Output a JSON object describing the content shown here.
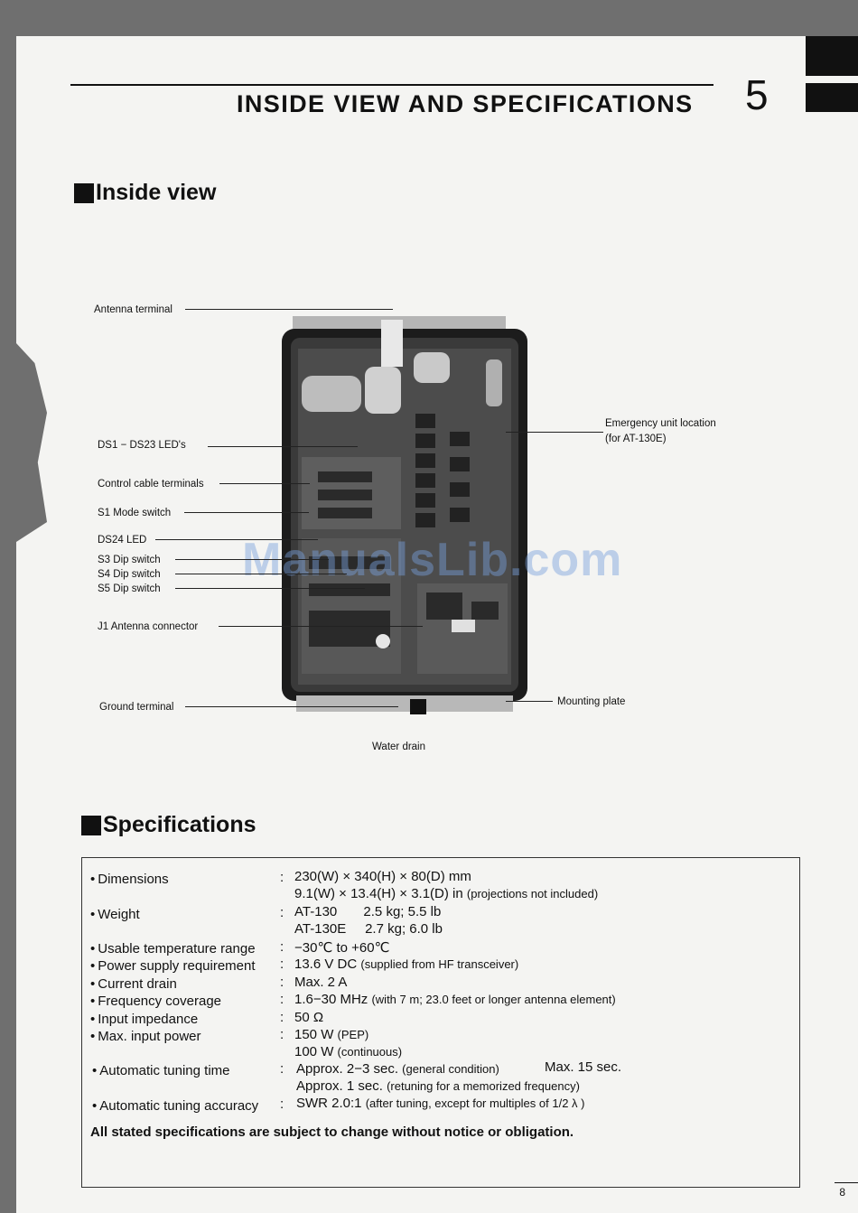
{
  "chapter": {
    "title": "INSIDE VIEW AND SPECIFICATIONS",
    "number": "5"
  },
  "inside_view": {
    "heading": "Inside view",
    "labels": {
      "antenna_terminal": "Antenna terminal",
      "ds_leds": "DS1 − DS23 LED's",
      "control_cable": "Control cable terminals",
      "s1": "S1  Mode switch",
      "ds24": "DS24 LED",
      "s3": "S3  Dip switch",
      "s4": "S4  Dip switch",
      "s5": "S5  Dip switch",
      "j1": "J1  Antenna connector",
      "ground": "Ground terminal",
      "emergency_1": "Emergency unit location",
      "emergency_2": "(for AT-130E)",
      "mounting_plate": "Mounting plate",
      "water_drain": "Water drain"
    },
    "watermark": "ManualsLib.com"
  },
  "specifications": {
    "heading": "Specifications",
    "rows": [
      {
        "label": "Dimensions",
        "value": "230(W) × 340(H) × 80(D) mm",
        "value2": "9.1(W) × 13.4(H) × 3.1(D) in",
        "value2_note": "(projections not included)"
      },
      {
        "label": "Weight",
        "value": "AT-130       2.5 kg; 5.5 lb",
        "value2": "AT-130E     2.7 kg; 6.0 lb"
      },
      {
        "label": "Usable temperature range",
        "value": "−30℃ to +60℃"
      },
      {
        "label": "Power supply requirement",
        "value": "13.6 V DC",
        "value_note": "(supplied from HF transceiver)"
      },
      {
        "label": "Current drain",
        "value": "Max. 2 A"
      },
      {
        "label": "Frequency coverage",
        "value": "1.6−30 MHz",
        "value_note": "(with 7 m; 23.0 feet or longer antenna element)"
      },
      {
        "label": "Input impedance",
        "value": "50 Ω"
      },
      {
        "label": "Max. input power",
        "value": "150 W",
        "value_note": "(PEP)",
        "value2": "100 W",
        "value2_note": "(continuous)"
      },
      {
        "label": "Automatic tuning time",
        "value": "Approx. 2−3 sec.",
        "value_note": "(general condition)",
        "value_extra": "Max. 15 sec.",
        "value2": "Approx. 1 sec.",
        "value2_note": "(retuning for a memorized frequency)"
      },
      {
        "label": "Automatic tuning accuracy",
        "value": "SWR 2.0:1",
        "value_note": "(after tuning, except for multiples of 1/2 λ )"
      }
    ],
    "note": "All stated specifications are subject to change without notice or obligation."
  },
  "page_number": "8"
}
